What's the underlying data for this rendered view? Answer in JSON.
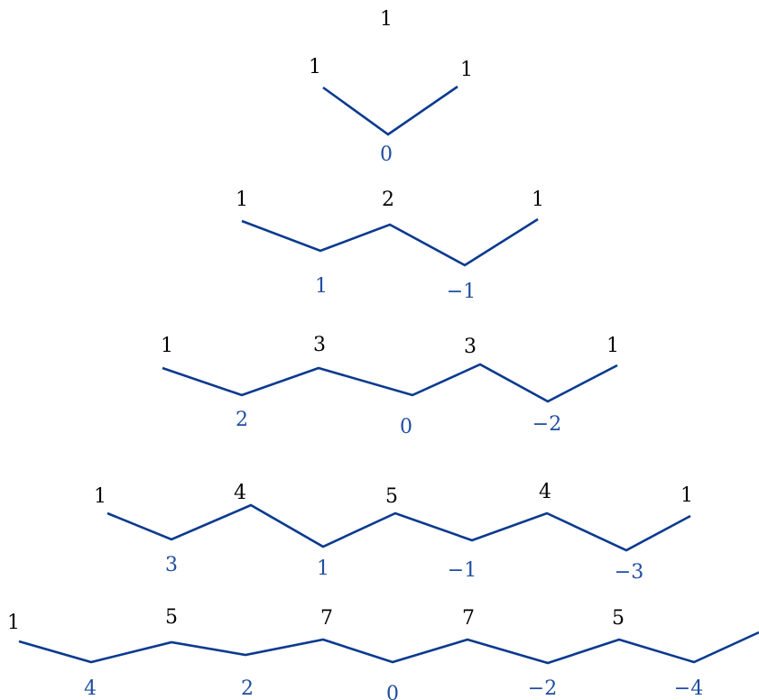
{
  "colors": {
    "line": "#0a3a8f",
    "top_label": "#000000",
    "bottom_label": "#1f4da0"
  },
  "rows": [
    {
      "top_labels": [
        "1"
      ],
      "bottom_labels": []
    },
    {
      "top_labels": [
        "1",
        "1"
      ],
      "bottom_labels": [
        "0"
      ]
    },
    {
      "top_labels": [
        "1",
        "2",
        "1"
      ],
      "bottom_labels": [
        "1",
        "−1"
      ]
    },
    {
      "top_labels": [
        "1",
        "3",
        "3",
        "1"
      ],
      "bottom_labels": [
        "2",
        "0",
        "−2"
      ]
    },
    {
      "top_labels": [
        "1",
        "4",
        "5",
        "4",
        "1"
      ],
      "bottom_labels": [
        "3",
        "1",
        "−1",
        "−3"
      ]
    },
    {
      "top_labels": [
        "1",
        "5",
        "7",
        "7",
        "5"
      ],
      "bottom_labels": [
        "4",
        "2",
        "0",
        "−2",
        "−4"
      ]
    }
  ]
}
